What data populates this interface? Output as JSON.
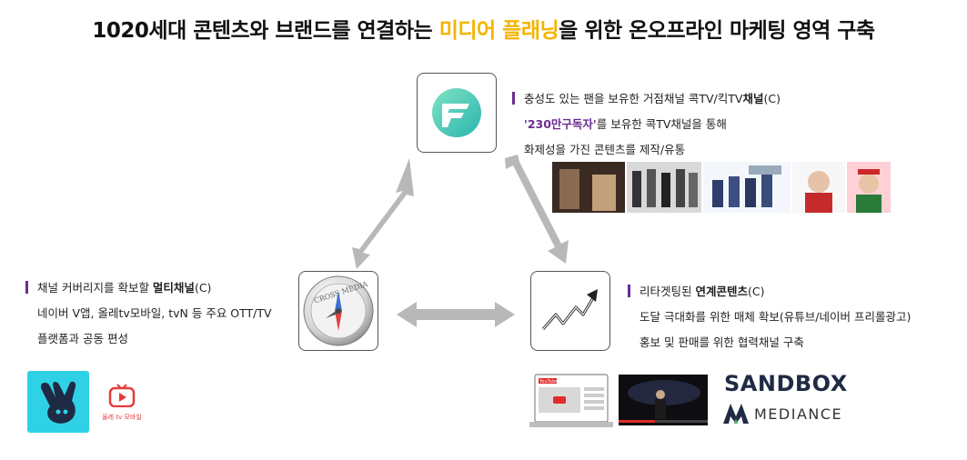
{
  "title": {
    "part1": "1020세대 콘텐츠와 브랜드를 연결하는 ",
    "highlight": "미디어 플래닝",
    "part2": "을 위한 온오프라인 마케팅 영역 구축"
  },
  "top_node": {
    "line1": "충성도 있는 팬을 보유한 거점채널 콕TV/킥TV",
    "line1_bold": "채널",
    "line1_end": "(C)",
    "line2_purple": "'230만구독자'",
    "line2_rest": "를 보유한 콕TV채널을 통해",
    "line3": "화제성을 가진 콘텐츠를 제작/유통"
  },
  "left_node": {
    "line1": "채널 커버리지를 확보할 ",
    "line1_bold": "멀티채널",
    "line1_end": "(C)",
    "line2": "네이버 V앱, 올레tv모바일, tvN 등 주요 OTT/TV",
    "line3": "플랫폼과 공동 편성",
    "compass_text": "CROSS MEDIA"
  },
  "right_node": {
    "line1": "리타겟팅된 ",
    "line1_bold": "연계콘텐츠",
    "line1_end": "(C)",
    "line2": "도달 극대화를 위한 매체 확보(유튜브/네이버 프리롤광고)",
    "line3": "홍보 및 판매를 위한 협력채널 구축"
  },
  "logos": {
    "olleh_caption": "올레 tv 모바일",
    "youtube_label": "YouTube",
    "sandbox": "SANDBOX",
    "mediance": "MEDIANCE"
  },
  "colors": {
    "accent": "#6a2c91",
    "highlight": "#f4b400",
    "vlive": "#2fd1e6"
  }
}
